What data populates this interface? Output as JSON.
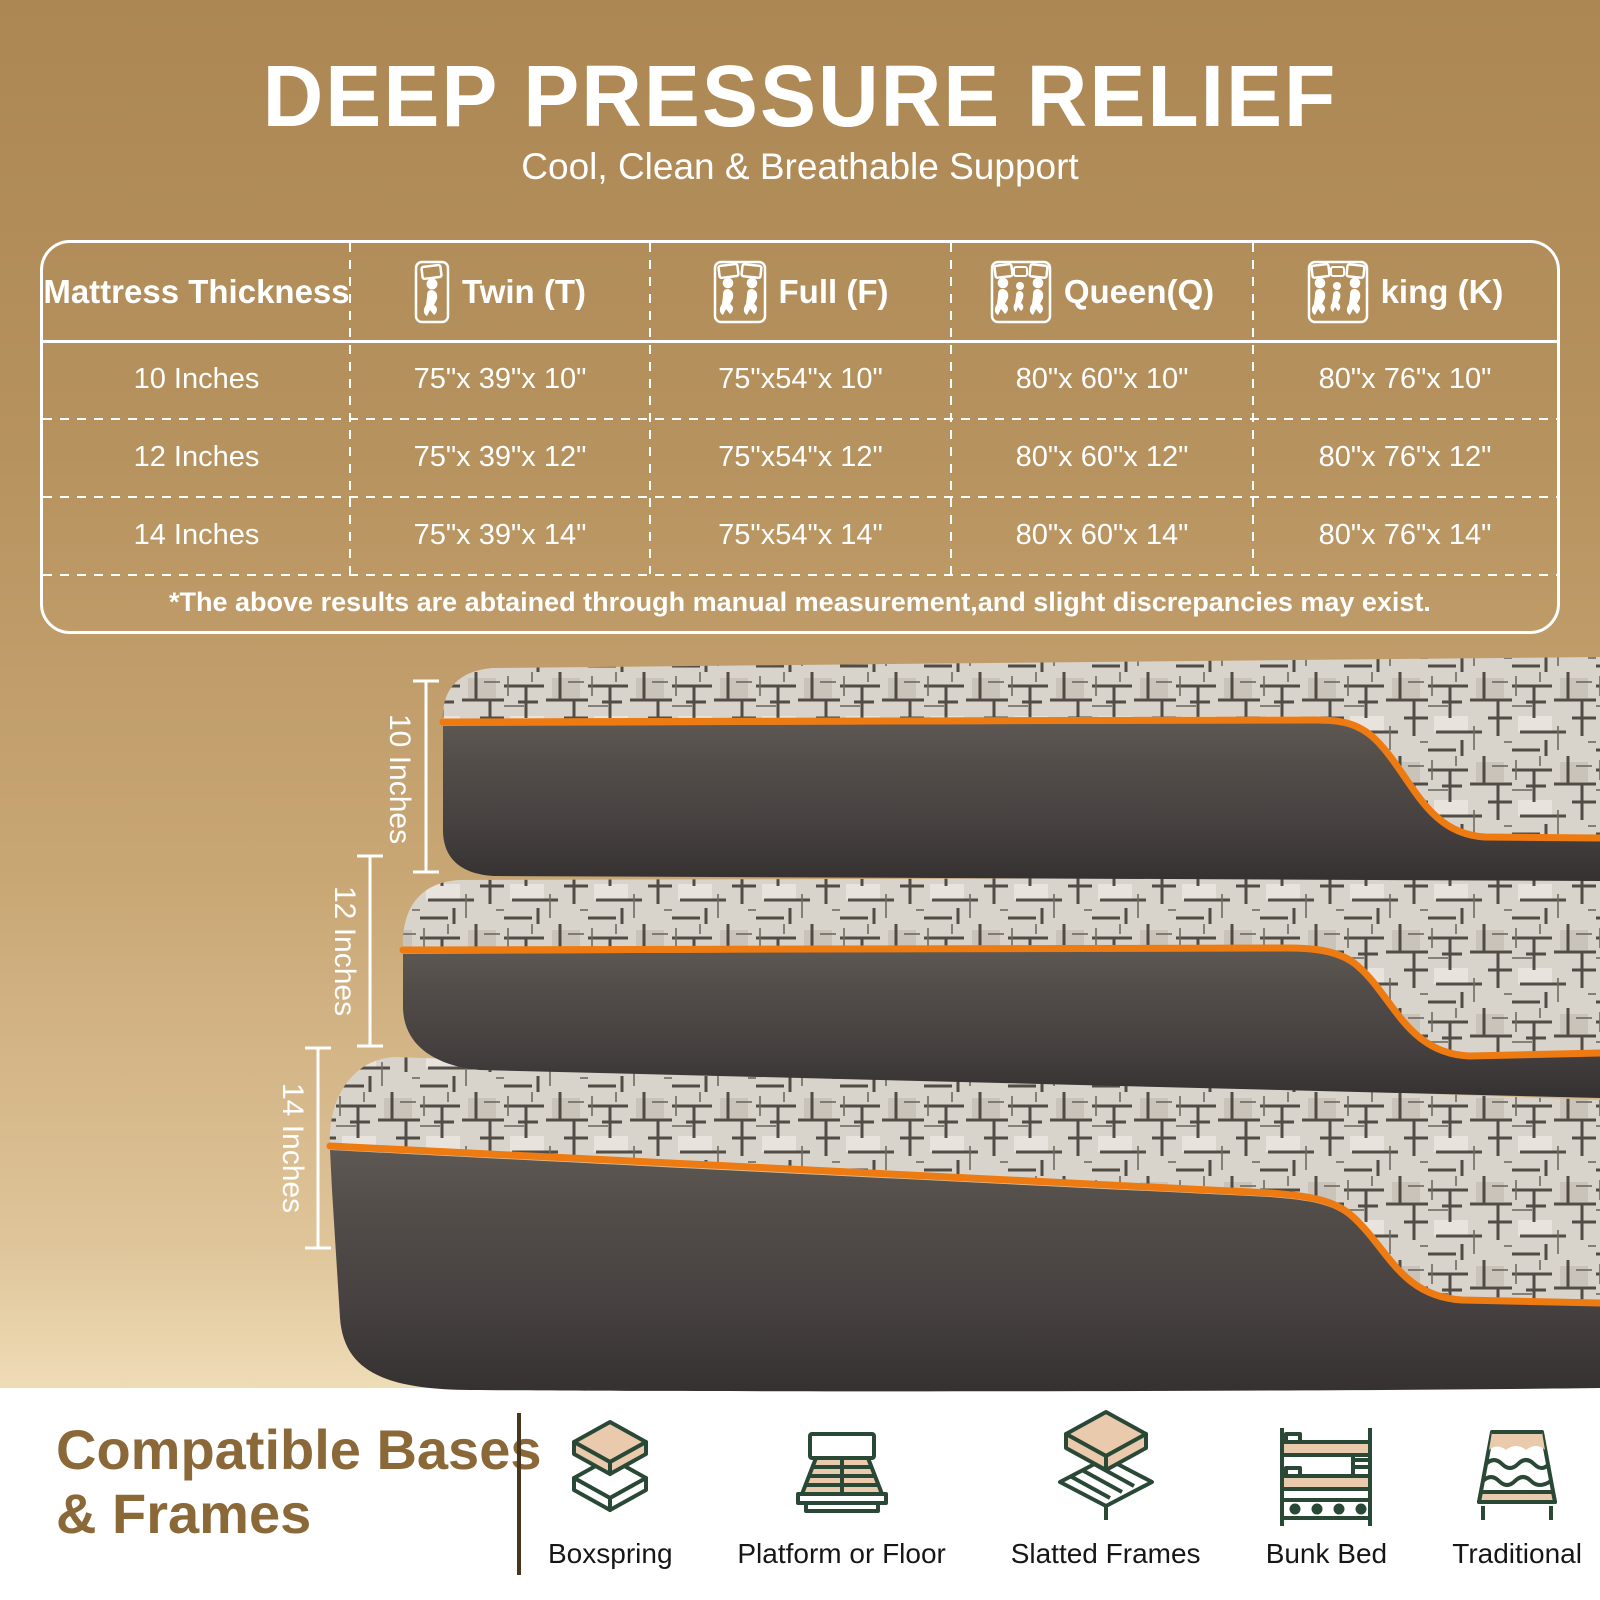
{
  "header": {
    "title": "DEEP PRESSURE RELIEF",
    "subtitle": "Cool, Clean & Breathable Support"
  },
  "size_table": {
    "columns": [
      {
        "label": "Mattress Thickness",
        "icon": null
      },
      {
        "label": "Twin (T)",
        "icon": "twin-sleeper-icon"
      },
      {
        "label": "Full (F)",
        "icon": "full-sleepers-icon"
      },
      {
        "label": "Queen(Q)",
        "icon": "queen-sleepers-icon"
      },
      {
        "label": "king (K)",
        "icon": "king-sleepers-icon"
      }
    ],
    "rows": [
      [
        "10 Inches",
        "75\"x 39\"x 10\"",
        "75\"x54\"x 10\"",
        "80\"x 60\"x 10\"",
        "80\"x 76\"x 10\""
      ],
      [
        "12 Inches",
        "75\"x 39\"x 12\"",
        "75\"x54\"x 12\"",
        "80\"x 60\"x 12\"",
        "80\"x 76\"x 12\""
      ],
      [
        "14 Inches",
        "75\"x 39\"x 14\"",
        "75\"x54\"x 14\"",
        "80\"x 60\"x 14\"",
        "80\"x 76\"x 14\""
      ]
    ],
    "footnote": "*The above results are abtained through manual measurement,and slight discrepancies may exist."
  },
  "mattress_figure": {
    "thickness_labels": [
      "10 Inches",
      "12 Inches",
      "14 Inches"
    ]
  },
  "compatibility": {
    "heading_line1": "Compatible Bases",
    "heading_line2": "& Frames",
    "items": [
      {
        "label": "Boxspring",
        "icon": "boxspring-icon"
      },
      {
        "label": "Platform or Floor",
        "icon": "platform-or-floor-icon"
      },
      {
        "label": "Slatted Frames",
        "icon": "slatted-frames-icon"
      },
      {
        "label": "Bunk Bed",
        "icon": "bunk-bed-icon"
      },
      {
        "label": "Traditional",
        "icon": "traditional-icon"
      }
    ]
  },
  "colors": {
    "accent_orange": "#ee7a12",
    "table_line": "#ffffff",
    "heading_brown": "#8a6838",
    "icon_green": "#2a4836",
    "icon_tan": "#e9caac",
    "bg_top": "#ac8753",
    "bg_bottom": "#eedcb6"
  }
}
